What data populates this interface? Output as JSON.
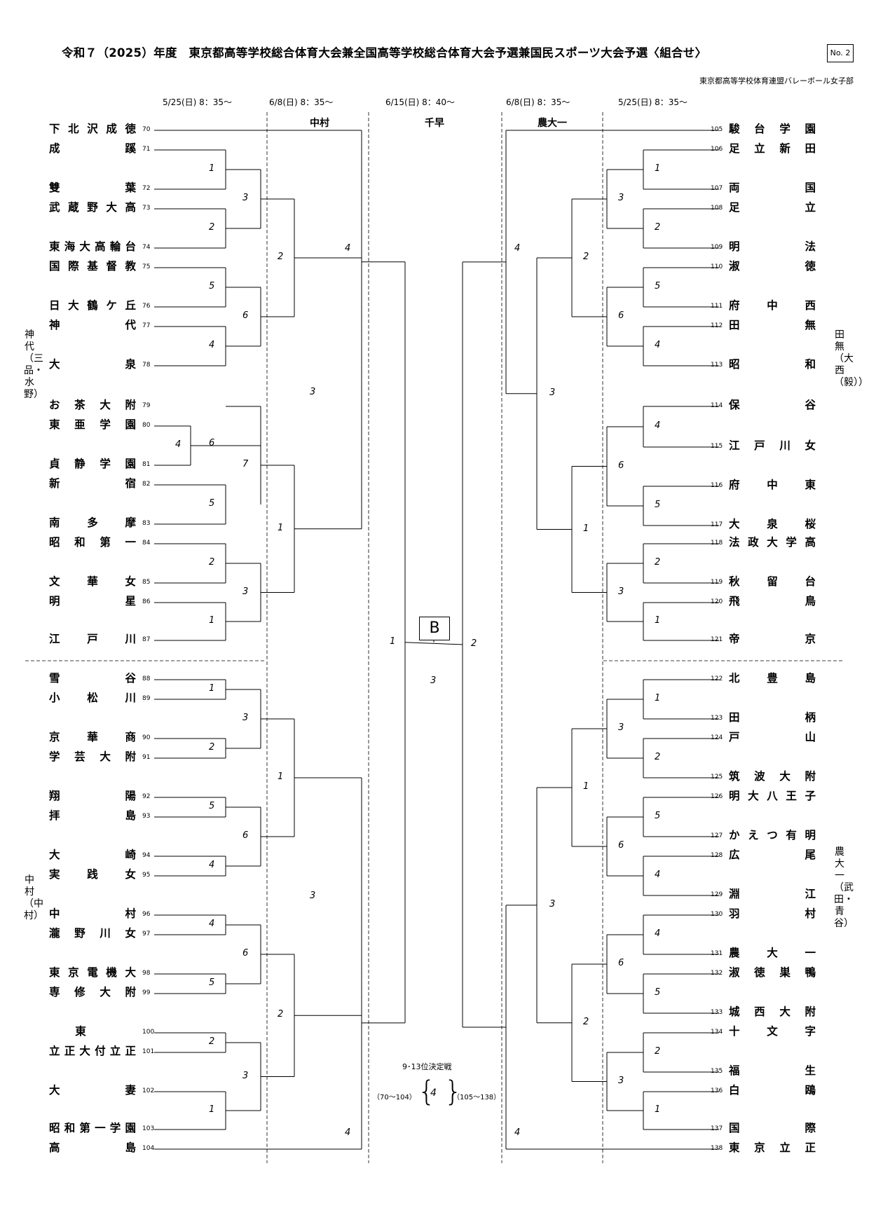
{
  "title": "令和７（2025）年度　東京都高等学校総合体育大会兼全国高等学校総合体育大会予選兼国民スポーツ大会予選〈組合せ〉",
  "page_no": "No. 2",
  "organizer": "東京都高等学校体育連盟バレーボール女子部",
  "dates": [
    "5/25(日) 8：35～",
    "6/8(日) 8：35～",
    "6/15(日) 8：40～",
    "6/8(日) 8：35～",
    "5/25(日) 8：35～"
  ],
  "venues": {
    "left": "中村",
    "center": "千早",
    "right": "農大一"
  },
  "block": "B",
  "final_court": "3",
  "side_labels": {
    "left_top": "神代（三品・水野）",
    "left_bottom": "中村（中村）",
    "right_top": "田無（大西（毅））",
    "right_bottom": "農大一（武田・青谷）"
  },
  "left_teams": [
    {
      "num": "70",
      "name": "下北沢成徳"
    },
    {
      "num": "71",
      "name": "成　蹊"
    },
    {
      "num": "72",
      "name": "雙　葉"
    },
    {
      "num": "73",
      "name": "武蔵野大高"
    },
    {
      "num": "74",
      "name": "東海大高輪台"
    },
    {
      "num": "75",
      "name": "国際基督教"
    },
    {
      "num": "76",
      "name": "日大鶴ケ丘"
    },
    {
      "num": "77",
      "name": "神　代"
    },
    {
      "num": "78",
      "name": "大　泉"
    },
    {
      "num": "79",
      "name": "お茶大附"
    },
    {
      "num": "80",
      "name": "東亜学園"
    },
    {
      "num": "81",
      "name": "貞静学園"
    },
    {
      "num": "82",
      "name": "新　宿"
    },
    {
      "num": "83",
      "name": "南多摩"
    },
    {
      "num": "84",
      "name": "昭和第一"
    },
    {
      "num": "85",
      "name": "文華女"
    },
    {
      "num": "86",
      "name": "明　星"
    },
    {
      "num": "87",
      "name": "江戸川"
    },
    {
      "num": "88",
      "name": "雪　谷"
    },
    {
      "num": "89",
      "name": "小松川"
    },
    {
      "num": "90",
      "name": "京華商"
    },
    {
      "num": "91",
      "name": "学芸大附"
    },
    {
      "num": "92",
      "name": "翔　陽"
    },
    {
      "num": "93",
      "name": "拝　島"
    },
    {
      "num": "94",
      "name": "大　崎"
    },
    {
      "num": "95",
      "name": "実践女"
    },
    {
      "num": "96",
      "name": "中　村"
    },
    {
      "num": "97",
      "name": "瀧野川女"
    },
    {
      "num": "98",
      "name": "東京電機大"
    },
    {
      "num": "99",
      "name": "専修大附"
    },
    {
      "num": "100",
      "name": "東"
    },
    {
      "num": "101",
      "name": "立正大付立正"
    },
    {
      "num": "102",
      "name": "大　妻"
    },
    {
      "num": "103",
      "name": "昭和第一学園"
    },
    {
      "num": "104",
      "name": "高　島"
    }
  ],
  "right_teams": [
    {
      "num": "105",
      "name": "駿台学園"
    },
    {
      "num": "106",
      "name": "足立新田"
    },
    {
      "num": "107",
      "name": "両　国"
    },
    {
      "num": "108",
      "name": "足　立"
    },
    {
      "num": "109",
      "name": "明　法"
    },
    {
      "num": "110",
      "name": "淑　徳"
    },
    {
      "num": "111",
      "name": "府中西"
    },
    {
      "num": "112",
      "name": "田　無"
    },
    {
      "num": "113",
      "name": "昭　和"
    },
    {
      "num": "114",
      "name": "保　谷"
    },
    {
      "num": "115",
      "name": "江戸川女"
    },
    {
      "num": "116",
      "name": "府中東"
    },
    {
      "num": "117",
      "name": "大泉桜"
    },
    {
      "num": "118",
      "name": "法政大学高"
    },
    {
      "num": "119",
      "name": "秋留台"
    },
    {
      "num": "120",
      "name": "飛　鳥"
    },
    {
      "num": "121",
      "name": "帝　京"
    },
    {
      "num": "122",
      "name": "北豊島"
    },
    {
      "num": "123",
      "name": "田　柄"
    },
    {
      "num": "124",
      "name": "戸　山"
    },
    {
      "num": "125",
      "name": "筑波大附"
    },
    {
      "num": "126",
      "name": "明大八王子"
    },
    {
      "num": "127",
      "name": "かえつ有明"
    },
    {
      "num": "128",
      "name": "広　尾"
    },
    {
      "num": "129",
      "name": "淵　江"
    },
    {
      "num": "130",
      "name": "羽　村"
    },
    {
      "num": "131",
      "name": "農大一"
    },
    {
      "num": "132",
      "name": "淑徳巣鴨"
    },
    {
      "num": "133",
      "name": "城西大附"
    },
    {
      "num": "134",
      "name": "十文字"
    },
    {
      "num": "135",
      "name": "福　生"
    },
    {
      "num": "136",
      "name": "白　鴎"
    },
    {
      "num": "137",
      "name": "国　際"
    },
    {
      "num": "138",
      "name": "東京立正"
    }
  ],
  "courts": {
    "left_r1": [
      "1",
      "2",
      "5",
      "4",
      "6",
      "5",
      "2",
      "1",
      "1",
      "2",
      "5",
      "4",
      "4",
      "5",
      "2",
      "1"
    ],
    "left_r2": [
      "3",
      "6",
      "7",
      "3",
      "3",
      "6",
      "6",
      "3"
    ],
    "left_r3": [
      "2",
      "1",
      "1",
      "2"
    ],
    "left_r4": [
      "4",
      "3",
      "3",
      "4"
    ],
    "left_extra": "4",
    "right_r1": [
      "1",
      "2",
      "5",
      "4",
      "4",
      "5",
      "2",
      "1",
      "1",
      "2",
      "5",
      "4",
      "4",
      "5",
      "2",
      "1"
    ],
    "right_r2": [
      "3",
      "6",
      "6",
      "3",
      "3",
      "6",
      "6",
      "3"
    ],
    "right_r3": [
      "2",
      "1",
      "1",
      "2"
    ],
    "right_r4": [
      "4",
      "3",
      "3",
      "4"
    ],
    "semi_left": "1",
    "semi_right": "2"
  },
  "consolation": {
    "title": "9･13位決定戦",
    "left": "（70～104）",
    "right": "（105～138）",
    "court": "4"
  }
}
